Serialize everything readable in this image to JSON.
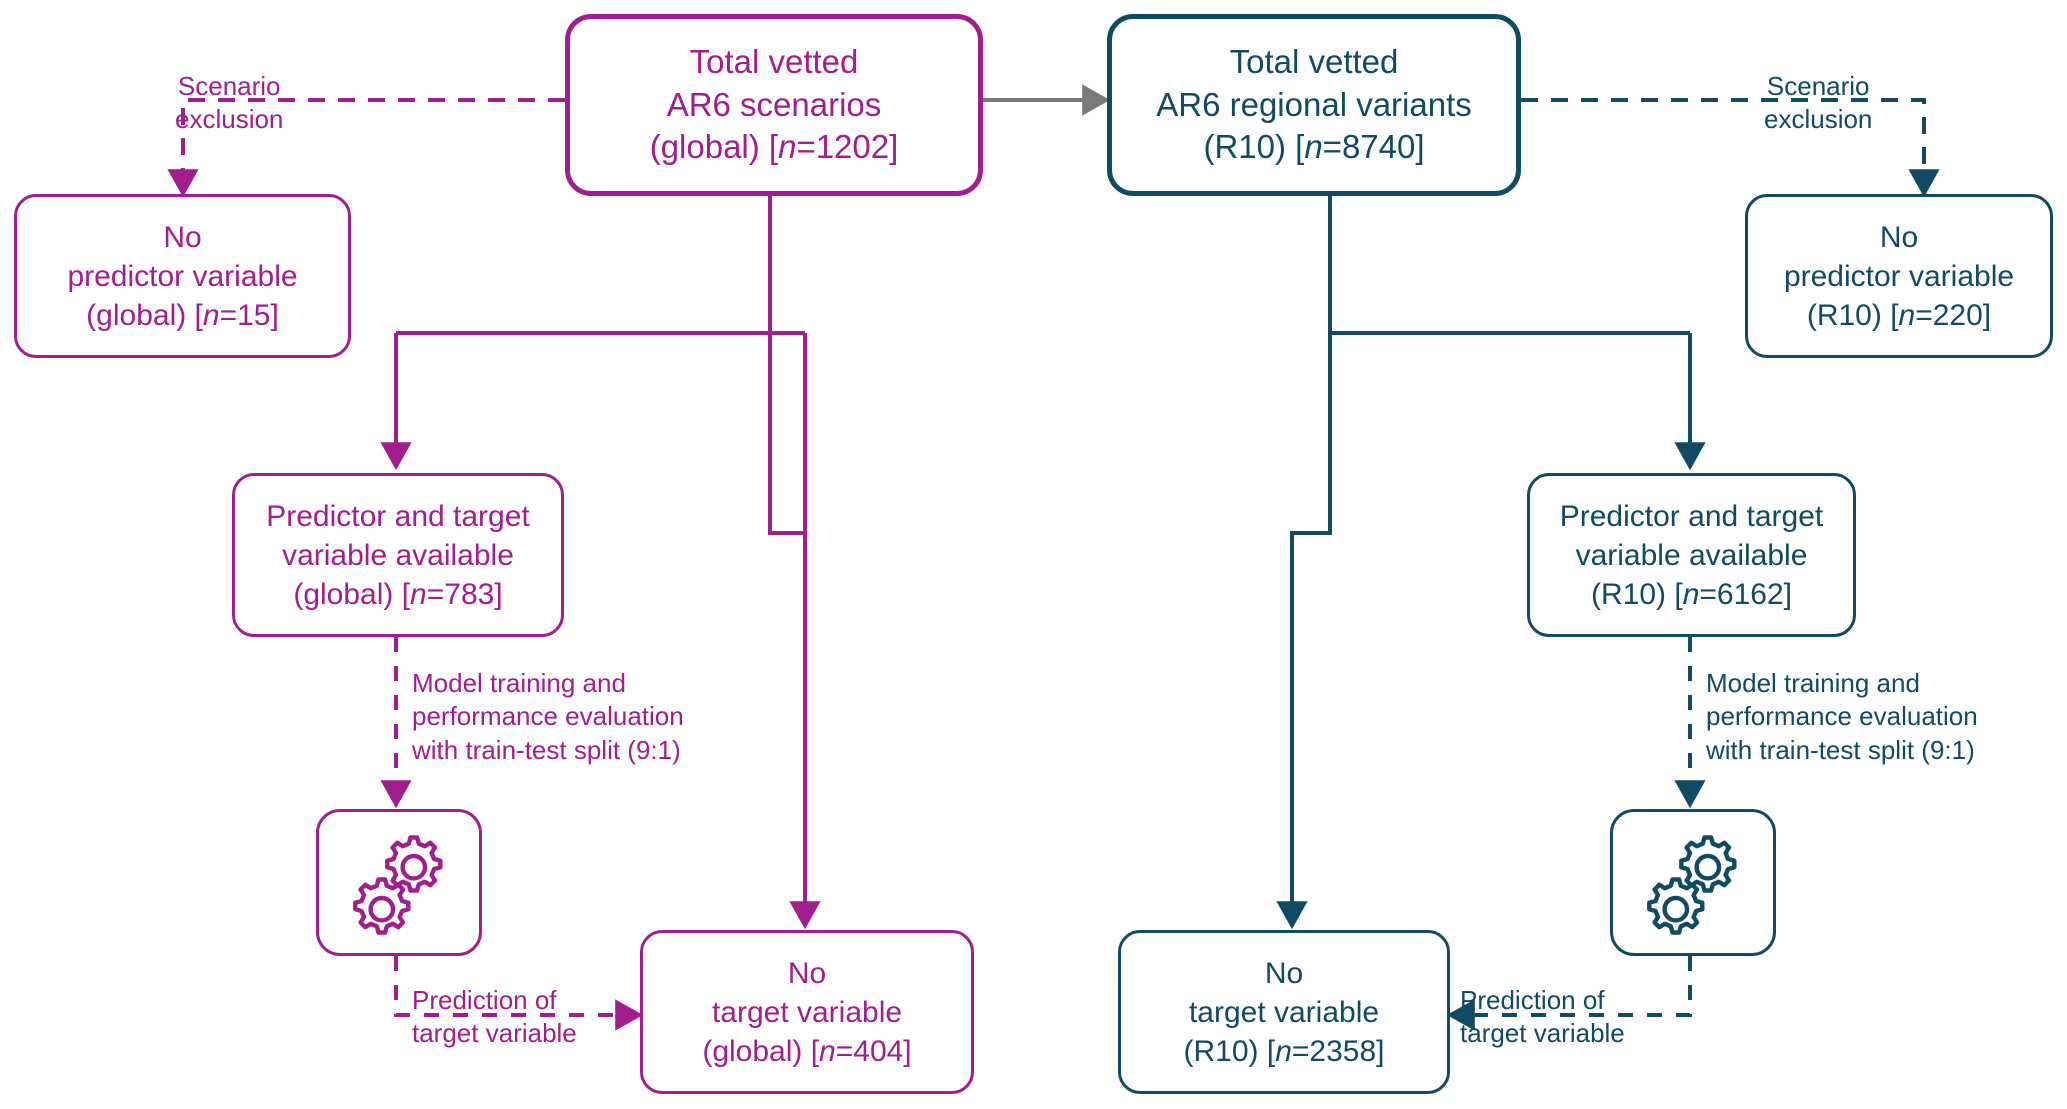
{
  "diagram": {
    "title": "AR6 scenario data flow",
    "colors": {
      "purple": "#A21D8D",
      "teal": "#104A63",
      "connector_gray": "#7A7A7A",
      "background": "#FFFFFF"
    },
    "nodes": {
      "total_global": {
        "line1": "Total vetted",
        "line2": "AR6 scenarios",
        "line3_pre": "(global) [",
        "line3_var": "n",
        "line3_post": "=1202]",
        "color": "purple"
      },
      "total_r10": {
        "line1": "Total vetted",
        "line2": "AR6 regional variants",
        "line3_pre": "(R10) [",
        "line3_var": "n",
        "line3_post": "=8740]",
        "color": "teal"
      },
      "no_pred_global": {
        "line1": "No",
        "line2": "predictor variable",
        "line3_pre": "(global) [",
        "line3_var": "n",
        "line3_post": "=15]",
        "color": "purple"
      },
      "no_pred_r10": {
        "line1": "No",
        "line2": "predictor variable",
        "line3_pre": "(R10) [",
        "line3_var": "n",
        "line3_post": "=220]",
        "color": "teal"
      },
      "avail_global": {
        "line1": "Predictor and target",
        "line2": "variable available",
        "line3_pre": "(global) [",
        "line3_var": "n",
        "line3_post": "=783]",
        "color": "purple"
      },
      "avail_r10": {
        "line1": "Predictor and target",
        "line2": "variable available",
        "line3_pre": "(R10) [",
        "line3_var": "n",
        "line3_post": "=6162]",
        "color": "teal"
      },
      "no_target_global": {
        "line1": "No",
        "line2": "target variable",
        "line3_pre": "(global) [",
        "line3_var": "n",
        "line3_post": "=404]",
        "color": "purple"
      },
      "no_target_r10": {
        "line1": "No",
        "line2": "target variable",
        "line3_pre": "(R10) [",
        "line3_var": "n",
        "line3_post": "=2358]",
        "color": "teal"
      },
      "model_global": {
        "icon": "gears-icon",
        "color": "purple"
      },
      "model_r10": {
        "icon": "gears-icon",
        "color": "teal"
      }
    },
    "edge_labels": {
      "exclusion_left": {
        "line1": "Scenario",
        "line2": "exclusion",
        "color": "purple"
      },
      "exclusion_right": {
        "line1": "Scenario",
        "line2": "exclusion",
        "color": "teal"
      },
      "training_left": {
        "line1": "Model training and",
        "line2": "performance evaluation",
        "line3": "with train-test split (9:1)",
        "color": "purple"
      },
      "training_right": {
        "line1": "Model training and",
        "line2": "performance evaluation",
        "line3": "with train-test split (9:1)",
        "color": "teal"
      },
      "prediction_left": {
        "line1": "Prediction of",
        "line2": "target variable",
        "color": "purple"
      },
      "prediction_right": {
        "line1": "Prediction of",
        "line2": "target variable",
        "color": "teal"
      }
    }
  }
}
